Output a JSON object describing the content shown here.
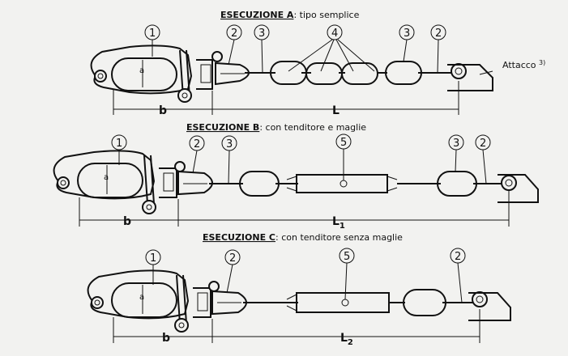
{
  "sections": [
    {
      "title_prefix": "ESECUZIONE A",
      "title_suffix": ": tipo semplice",
      "callouts": [
        "1",
        "2",
        "3",
        "4",
        "3",
        "2"
      ],
      "dim_b": "b",
      "dim_L": "L",
      "dim_L_sub": "",
      "label_a": "a",
      "attach_label": "Attacco",
      "attach_sup": "3)"
    },
    {
      "title_prefix": "ESECUZIONE B",
      "title_suffix": ": con tenditore e maglie",
      "callouts": [
        "1",
        "2",
        "3",
        "5",
        "3",
        "2"
      ],
      "dim_b": "b",
      "dim_L": "L",
      "dim_L_sub": "1",
      "label_a": "a"
    },
    {
      "title_prefix": "ESECUZIONE C",
      "title_suffix": ": con tenditore senza maglie",
      "callouts": [
        "1",
        "2",
        "5",
        "2"
      ],
      "dim_b": "b",
      "dim_L": "L",
      "dim_L_sub": "2",
      "label_a": "a"
    }
  ]
}
